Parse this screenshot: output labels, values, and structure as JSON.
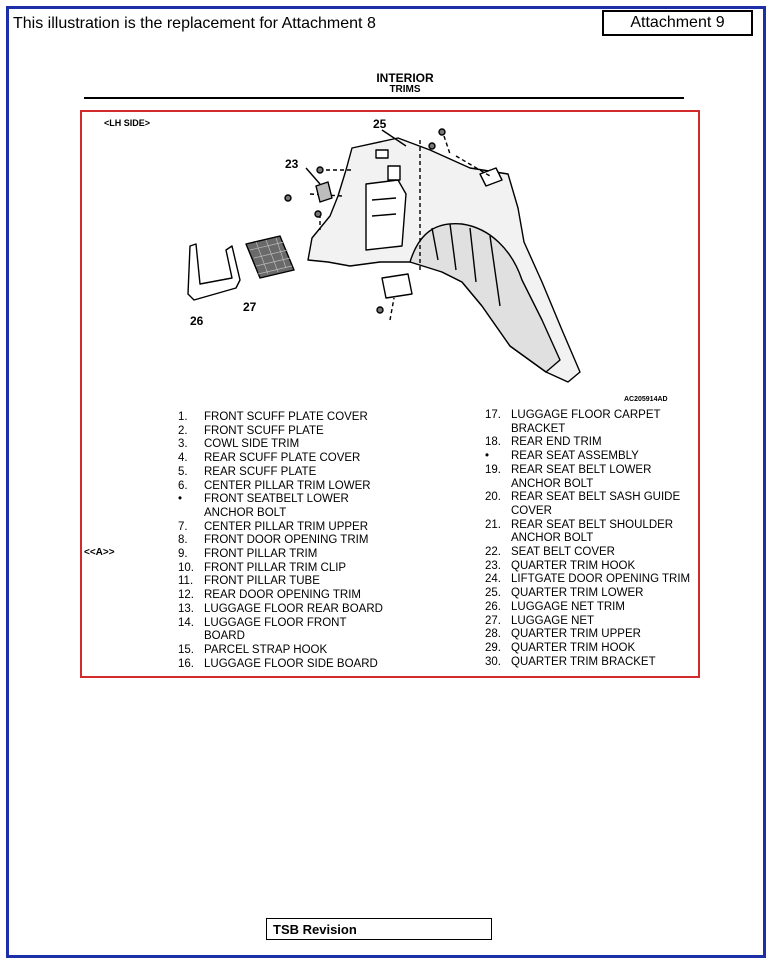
{
  "header": {
    "note": "This illustration is the replacement for Attachment 8",
    "attachment": "Attachment 9"
  },
  "section": {
    "title": "INTERIOR",
    "subtitle": "TRIMS"
  },
  "diagram": {
    "side_label": "<LH SIDE>",
    "code": "AC205914AD",
    "callouts": [
      "25",
      "23",
      "26",
      "27"
    ]
  },
  "marker": "<<A>>",
  "parts_left": [
    {
      "num": "1.",
      "text": "FRONT SCUFF PLATE COVER"
    },
    {
      "num": "2.",
      "text": "FRONT SCUFF PLATE"
    },
    {
      "num": "3.",
      "text": "COWL SIDE TRIM"
    },
    {
      "num": "4.",
      "text": "REAR SCUFF PLATE COVER"
    },
    {
      "num": "5.",
      "text": "REAR SCUFF PLATE"
    },
    {
      "num": "6.",
      "text": "CENTER PILLAR TRIM LOWER"
    },
    {
      "num": "•",
      "text": "FRONT SEATBELT LOWER"
    },
    {
      "num": "",
      "text": "ANCHOR BOLT"
    },
    {
      "num": "7.",
      "text": "CENTER PILLAR TRIM UPPER"
    },
    {
      "num": "8.",
      "text": "FRONT DOOR OPENING TRIM"
    },
    {
      "num": "9.",
      "text": "FRONT PILLAR TRIM"
    },
    {
      "num": "10.",
      "text": "FRONT PILLAR TRIM CLIP"
    },
    {
      "num": "11.",
      "text": "FRONT PILLAR TUBE"
    },
    {
      "num": "12.",
      "text": "REAR DOOR OPENING TRIM"
    },
    {
      "num": "13.",
      "text": "LUGGAGE FLOOR REAR BOARD"
    },
    {
      "num": "14.",
      "text": "LUGGAGE FLOOR FRONT"
    },
    {
      "num": "",
      "text": "BOARD"
    },
    {
      "num": "15.",
      "text": "PARCEL STRAP HOOK"
    },
    {
      "num": "16.",
      "text": "LUGGAGE FLOOR SIDE BOARD"
    }
  ],
  "parts_right": [
    {
      "num": "17.",
      "text": "LUGGAGE FLOOR CARPET"
    },
    {
      "num": "",
      "text": "BRACKET"
    },
    {
      "num": "18.",
      "text": "REAR END TRIM"
    },
    {
      "num": "•",
      "text": "REAR SEAT ASSEMBLY"
    },
    {
      "num": "19.",
      "text": "REAR SEAT BELT LOWER"
    },
    {
      "num": "",
      "text": "ANCHOR BOLT"
    },
    {
      "num": "20.",
      "text": "REAR SEAT BELT SASH GUIDE"
    },
    {
      "num": "",
      "text": "COVER"
    },
    {
      "num": "21.",
      "text": "REAR SEAT BELT SHOULDER"
    },
    {
      "num": "",
      "text": "ANCHOR BOLT"
    },
    {
      "num": "22.",
      "text": "SEAT BELT COVER"
    },
    {
      "num": "23.",
      "text": "QUARTER TRIM HOOK"
    },
    {
      "num": "24.",
      "text": "LIFTGATE DOOR OPENING TRIM"
    },
    {
      "num": "25.",
      "text": "QUARTER TRIM LOWER"
    },
    {
      "num": "26.",
      "text": "LUGGAGE NET TRIM"
    },
    {
      "num": "27.",
      "text": "LUGGAGE NET"
    },
    {
      "num": "28.",
      "text": "QUARTER TRIM UPPER"
    },
    {
      "num": "29.",
      "text": "QUARTER TRIM HOOK"
    },
    {
      "num": "30.",
      "text": "QUARTER TRIM BRACKET"
    }
  ],
  "footer": {
    "box_label": "TSB Revision"
  },
  "colors": {
    "frame": "#1c2fa8",
    "highlight_box": "#d32b2b"
  }
}
